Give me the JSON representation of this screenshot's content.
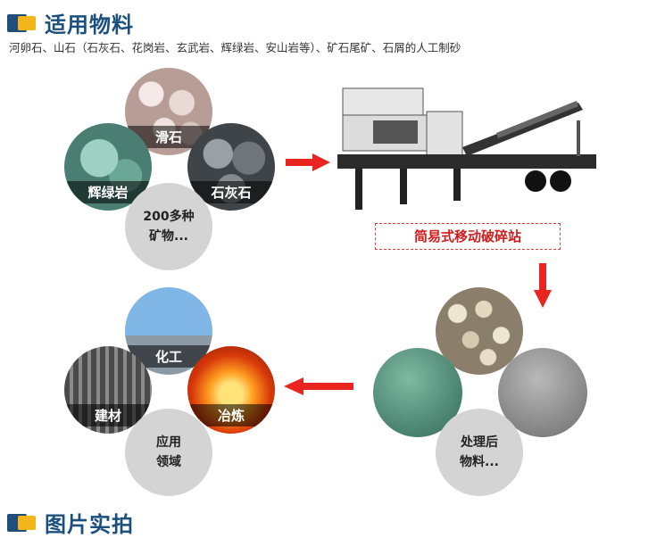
{
  "sections": {
    "materials_title": "适用物料",
    "photos_title": "图片实拍"
  },
  "materials_desc": "河卵石、山石（石灰石、花岗岩、玄武岩、辉绿岩、安山岩等）、矿石尾矿、石屑的人工制砂",
  "top_cluster": {
    "talc": "滑石",
    "diabase": "辉绿岩",
    "limestone": "石灰石",
    "more_line1": "200多种",
    "more_line2": "矿物..."
  },
  "machine_caption": "简易式移动破碎站",
  "bottom_left_cluster": {
    "chemical": "化工",
    "building": "建材",
    "smelting": "冶炼",
    "field_line1": "应用",
    "field_line2": "领域"
  },
  "bottom_right_cluster": {
    "result_line1": "处理后",
    "result_line2": "物料..."
  },
  "colors": {
    "title": "#1b4f7d",
    "icon_blue": "#1f4e79",
    "icon_yellow": "#f2b61a",
    "arrow_red": "#e8251f"
  }
}
